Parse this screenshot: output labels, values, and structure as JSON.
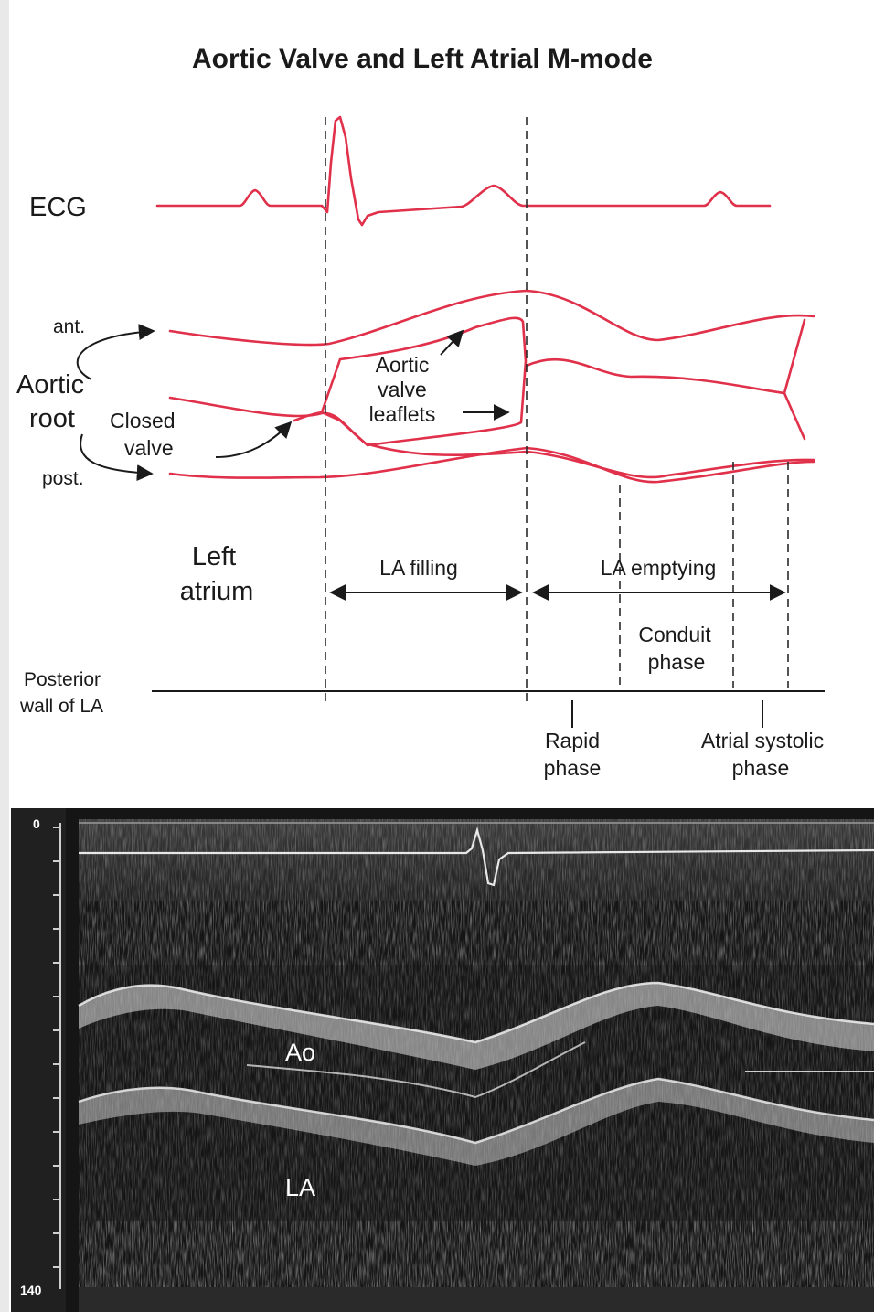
{
  "title": "Aortic Valve and Left Atrial M-mode",
  "labels": {
    "ecg": "ECG",
    "ant": "ant.",
    "post": "post.",
    "aortic_root_1": "Aortic",
    "aortic_root_2": "root",
    "closed_valve_1": "Closed",
    "closed_valve_2": "valve",
    "aortic_valve_leaflets_1": "Aortic",
    "aortic_valve_leaflets_2": "valve",
    "aortic_valve_leaflets_3": "leaflets",
    "left_atrium_1": "Left",
    "left_atrium_2": "atrium",
    "la_filling": "LA filling",
    "la_emptying": "LA emptying",
    "conduit_phase_1": "Conduit",
    "conduit_phase_2": "phase",
    "posterior_wall_1": "Posterior",
    "posterior_wall_2": "wall of LA",
    "rapid_phase_1": "Rapid",
    "rapid_phase_2": "phase",
    "atrial_systolic_1": "Atrial systolic",
    "atrial_systolic_2": "phase"
  },
  "echo": {
    "ao_label": "Ao",
    "la_label": "LA",
    "depth_top": "0",
    "depth_bottom": "140"
  },
  "colors": {
    "trace": "#e0304a",
    "line": "#1a1a1a",
    "echo_bg": "#141414"
  }
}
